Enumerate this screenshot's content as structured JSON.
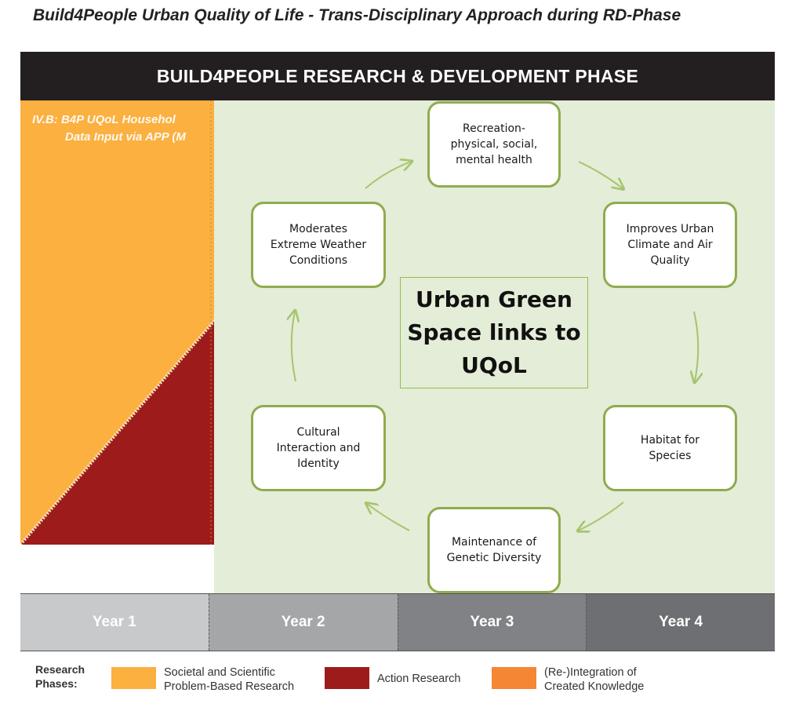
{
  "page_title": "Build4People Urban Quality of Life - Trans-Disciplinary Approach during RD-Phase",
  "banner": "BUILD4PEOPLE RESEARCH & DEVELOPMENT PHASE",
  "background_label": {
    "line1": "IV.B: B4P UQoL Househol",
    "line2": "Data Input via APP (M"
  },
  "diagram": {
    "center": "Urban Green\nSpace links to\nUQoL",
    "nodes": {
      "recreation": "Recreation-\nphysical, social,\nmental health",
      "climate": "Improves Urban\nClimate and Air\nQuality",
      "habitat": "Habitat for\nSpecies",
      "genetic": "Maintenance of\nGenetic Diversity",
      "cultural": "Cultural\nInteraction and\nIdentity",
      "weather": "Moderates\nExtreme Weather\nConditions"
    }
  },
  "timeline": {
    "years": [
      "Year 1",
      "Year 2",
      "Year 3",
      "Year 4"
    ],
    "colors": [
      "#c8c9cb",
      "#a5a6a8",
      "#818285",
      "#6e6f72"
    ]
  },
  "legend": {
    "title": "Research\nPhases:",
    "items": [
      {
        "label": "Societal and Scientific\nProblem-Based Research",
        "color": "#fbb040"
      },
      {
        "label": "Action Research",
        "color": "#9e1b1b"
      },
      {
        "label": "(Re-)Integration of\nCreated  Knowledge",
        "color": "#f58634"
      }
    ]
  },
  "colors": {
    "banner_bg": "#231f20",
    "orange": "#fbb040",
    "dark_red": "#9e1b1b",
    "green_bg": "#e4edd7",
    "node_border": "#8eac4f",
    "arrow": "#a6c46e"
  }
}
